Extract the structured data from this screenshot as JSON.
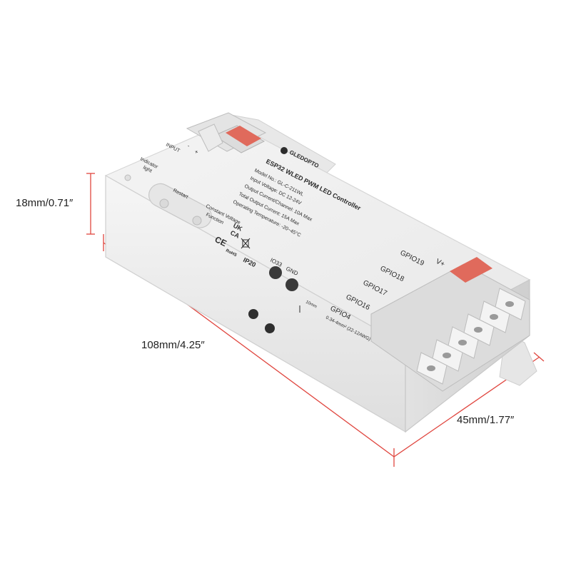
{
  "dimensions": {
    "height": "18mm/0.71″",
    "length": "108mm/4.25″",
    "width": "45mm/1.77″",
    "line_color": "#e0463f"
  },
  "device": {
    "brand": "GLEDOPTO",
    "product_title": "ESP32 WLED PWM LED Controller",
    "spec_lines": [
      "Model No.: GL-C-211WL",
      "Input Voltage: DC 12-24V",
      "Output Current/Channel: 10A Max",
      "Total Output Current: 15A Max",
      "Operating Temperature: -20~45°C",
      "Constant Voltage"
    ],
    "input_label": "INPUT",
    "input_polarity_minus": "-",
    "input_polarity_plus": "+",
    "indicator_label_1": "Indicator",
    "indicator_label_2": "light",
    "restart_label": "Restart",
    "function_label": "Function",
    "cert_uk": "UK",
    "cert_ca": "CA",
    "cert_ce": "CE",
    "cert_rohs": "RoHS",
    "ip_rating": "IP20",
    "io_label": "IO33",
    "gnd_label": "GND",
    "wire_strip": "10mm",
    "wire_gauge": "0.34-4mm² (22-12AWG)",
    "output_terminals": [
      "V+",
      "GPIO19",
      "GPIO18",
      "GPIO17",
      "GPIO16",
      "GPIO4"
    ],
    "body_color": "#f2f2f2",
    "terminal_accent": "#e06a5c"
  }
}
